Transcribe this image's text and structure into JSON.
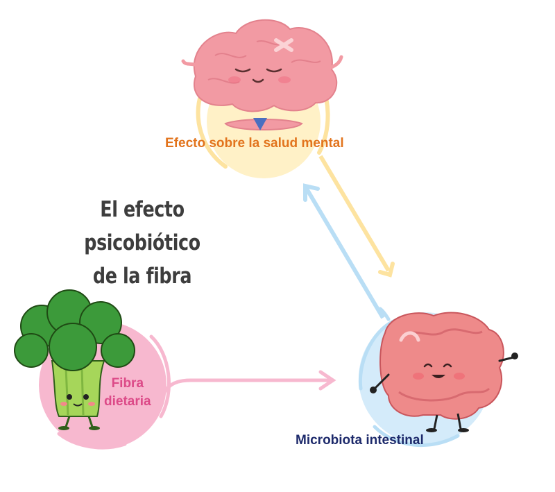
{
  "title": {
    "line1": "El efecto psicobiótico",
    "line2": "de la fibra"
  },
  "nodes": {
    "mental_health": {
      "label": "Efecto sobre la salud mental",
      "color": "#e2741d"
    },
    "dietary_fiber": {
      "line1": "Fibra",
      "line2": "dietaria",
      "color": "#dc4a88"
    },
    "gut_microbiota": {
      "label": "Microbiota intestinal",
      "color": "#1d2a6b"
    }
  },
  "colors": {
    "yellow_ring": "#fde7a6",
    "blue_ring": "#b9def5",
    "pink_ring": "#f7b8cf",
    "brain": "#f29aa3",
    "broccoli": "#3c9a3a",
    "intestine": "#ee8a8a"
  },
  "icons": [
    "meditating-brain-icon",
    "broccoli-icon",
    "intestine-icon",
    "bidirectional-arrow-icon",
    "right-arrow-icon"
  ]
}
